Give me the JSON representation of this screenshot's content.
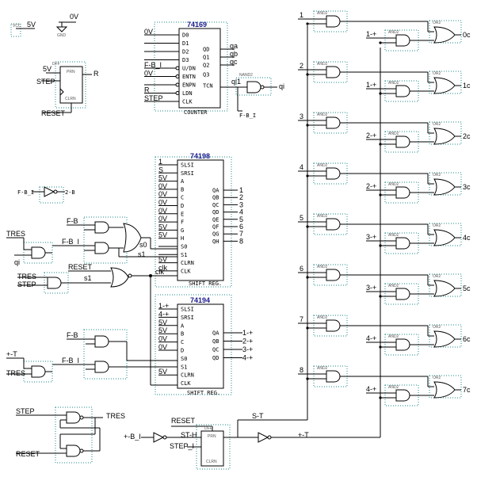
{
  "power": {
    "vcc": "VCC",
    "v5": "5V",
    "gnd_label": "0V",
    "gnd": "GND"
  },
  "ff1": {
    "type": "DFF",
    "prn": "PRN",
    "clrn": "CLRN",
    "d": "5V",
    "clk": "STEP",
    "q": "R",
    "reset": "RESET"
  },
  "counter": {
    "part": "74169",
    "name": "COUNTER",
    "inputs": [
      "D0",
      "D1",
      "D2",
      "D3",
      "U/DN",
      "ENTN",
      "ENPN",
      "LDN",
      "CLK"
    ],
    "outputs": [
      "QD",
      "Q1",
      "Q2",
      "Q3",
      "TCN"
    ],
    "in_signals": [
      "0V",
      "",
      "",
      "",
      "F-B_I",
      "0V",
      "",
      "R",
      "STEP"
    ],
    "out_signals": [
      "qa",
      "qb",
      "qc"
    ],
    "tcn_out": "qi1",
    "tcn_gate": "NOT",
    "tcn_net": "qi",
    "feedback": "F-B_I"
  },
  "not_fb": {
    "in": "F-B_I",
    "out": "2-B"
  },
  "sr198": {
    "part": "74198",
    "name": "SHIFT REG.",
    "inputs": [
      "SLSI",
      "SRSI",
      "A",
      "B",
      "C",
      "D",
      "E",
      "F",
      "G",
      "H",
      "S0",
      "S1",
      "CLRN",
      "CLK"
    ],
    "outputs": [
      "QA",
      "QB",
      "QC",
      "QD",
      "QE",
      "QF",
      "QG",
      "QH"
    ],
    "in_signals": [
      "1",
      "S",
      "5V",
      "0V",
      "0V",
      "0V",
      "0V",
      "0V",
      "5V",
      "5V",
      "s0",
      "s1",
      "5V",
      "clk"
    ],
    "out_signals": [
      "1",
      "2",
      "3",
      "4",
      "5",
      "6",
      "7",
      "8"
    ]
  },
  "sr194": {
    "part": "74194",
    "name": "SHIFT REG.",
    "inputs": [
      "SLSI",
      "SRSI",
      "A",
      "B",
      "C",
      "D",
      "S0",
      "S1",
      "CLRN",
      "CLK"
    ],
    "outputs": [
      "QA",
      "QB",
      "QC",
      "QD"
    ],
    "in_signals": [
      "1-+",
      "4-+",
      "5V",
      "5V",
      "0V",
      "0V",
      "",
      "",
      "5V",
      ""
    ],
    "out_signals": [
      "1-+",
      "2-+",
      "3-+",
      "4-+"
    ]
  },
  "left_nets": {
    "tres": "TRES",
    "qi": "qi",
    "fb": "F-B",
    "fbi": "F-B_I",
    "step": "STEP",
    "reset": "RESET",
    "plusT": "+-T",
    "s0": "s0",
    "s1": "s1",
    "clk": "clk"
  },
  "bottom": {
    "step": "STEP",
    "reset": "RESET",
    "tres": "TRES",
    "st": "S-T",
    "fbi": "+-B_I",
    "sth": "ST-H",
    "step_i": "STEP_I",
    "prn": "PRN",
    "clrn": "CLRN",
    "dff": "DFF",
    "plusT": "+-T"
  },
  "right_nets": [
    "1",
    "2",
    "3",
    "4",
    "5",
    "6",
    "7",
    "8"
  ],
  "right_outs": [
    "0c",
    "1c",
    "2c",
    "3c",
    "4c",
    "5c",
    "6c",
    "7c"
  ],
  "right_sec": [
    "1-+",
    "1-+",
    "2-+",
    "2-+",
    "3-+",
    "3-+",
    "4-+",
    "4-+"
  ],
  "gate_labels": {
    "and2": "AND2",
    "or2": "OR2",
    "nor2": "NOR2",
    "not": "NOT",
    "nand2": "NAND2"
  }
}
